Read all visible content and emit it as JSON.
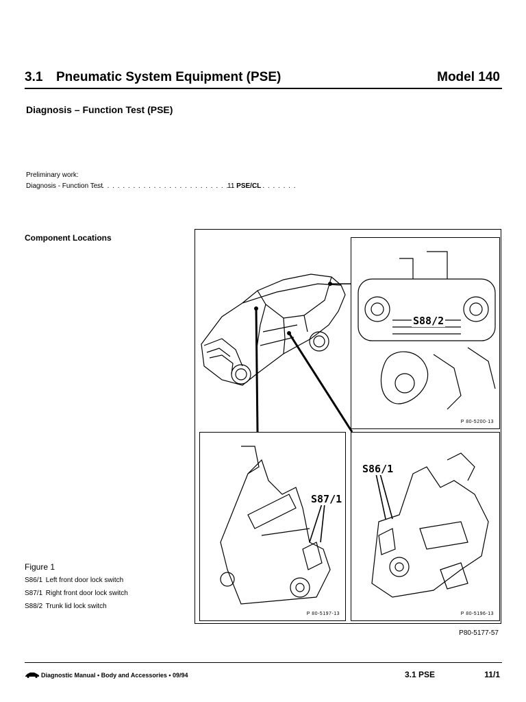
{
  "header": {
    "section_number": "3.1",
    "section_title": "Pneumatic System Equipment (PSE)",
    "model": "Model 140"
  },
  "subtitle": "Diagnosis – Function Test (PSE)",
  "preliminary": {
    "label": "Preliminary work:",
    "item": "Diagnosis - Function Test",
    "dots": ". . . . . . . . . . . . . . . . . . . . . . . . . . . . . . . . . . . . . . . .",
    "ref_num": "11",
    "ref_code": "PSE/CL"
  },
  "component_locations": "Component Locations",
  "figure": {
    "callouts": {
      "trunk": "S88/2",
      "right_door": "S87/1",
      "left_door": "S86/1"
    },
    "panel_codes": {
      "trunk": "P 80-5200-13",
      "right_door": "P 80-5197-13",
      "left_door": "P 80-5196-13"
    },
    "reference": "P80-5177-57"
  },
  "legend": {
    "figure_label": "Figure 1",
    "items": [
      {
        "code": "S86/1",
        "text": "Left front door lock switch"
      },
      {
        "code": "S87/1",
        "text": "Right front door lock switch"
      },
      {
        "code": "S88/2",
        "text": "Trunk lid lock switch"
      }
    ]
  },
  "footer": {
    "manual": "Diagnostic Manual • Body and Accessories • 09/94",
    "section": "3.1 PSE",
    "page": "11/1"
  }
}
